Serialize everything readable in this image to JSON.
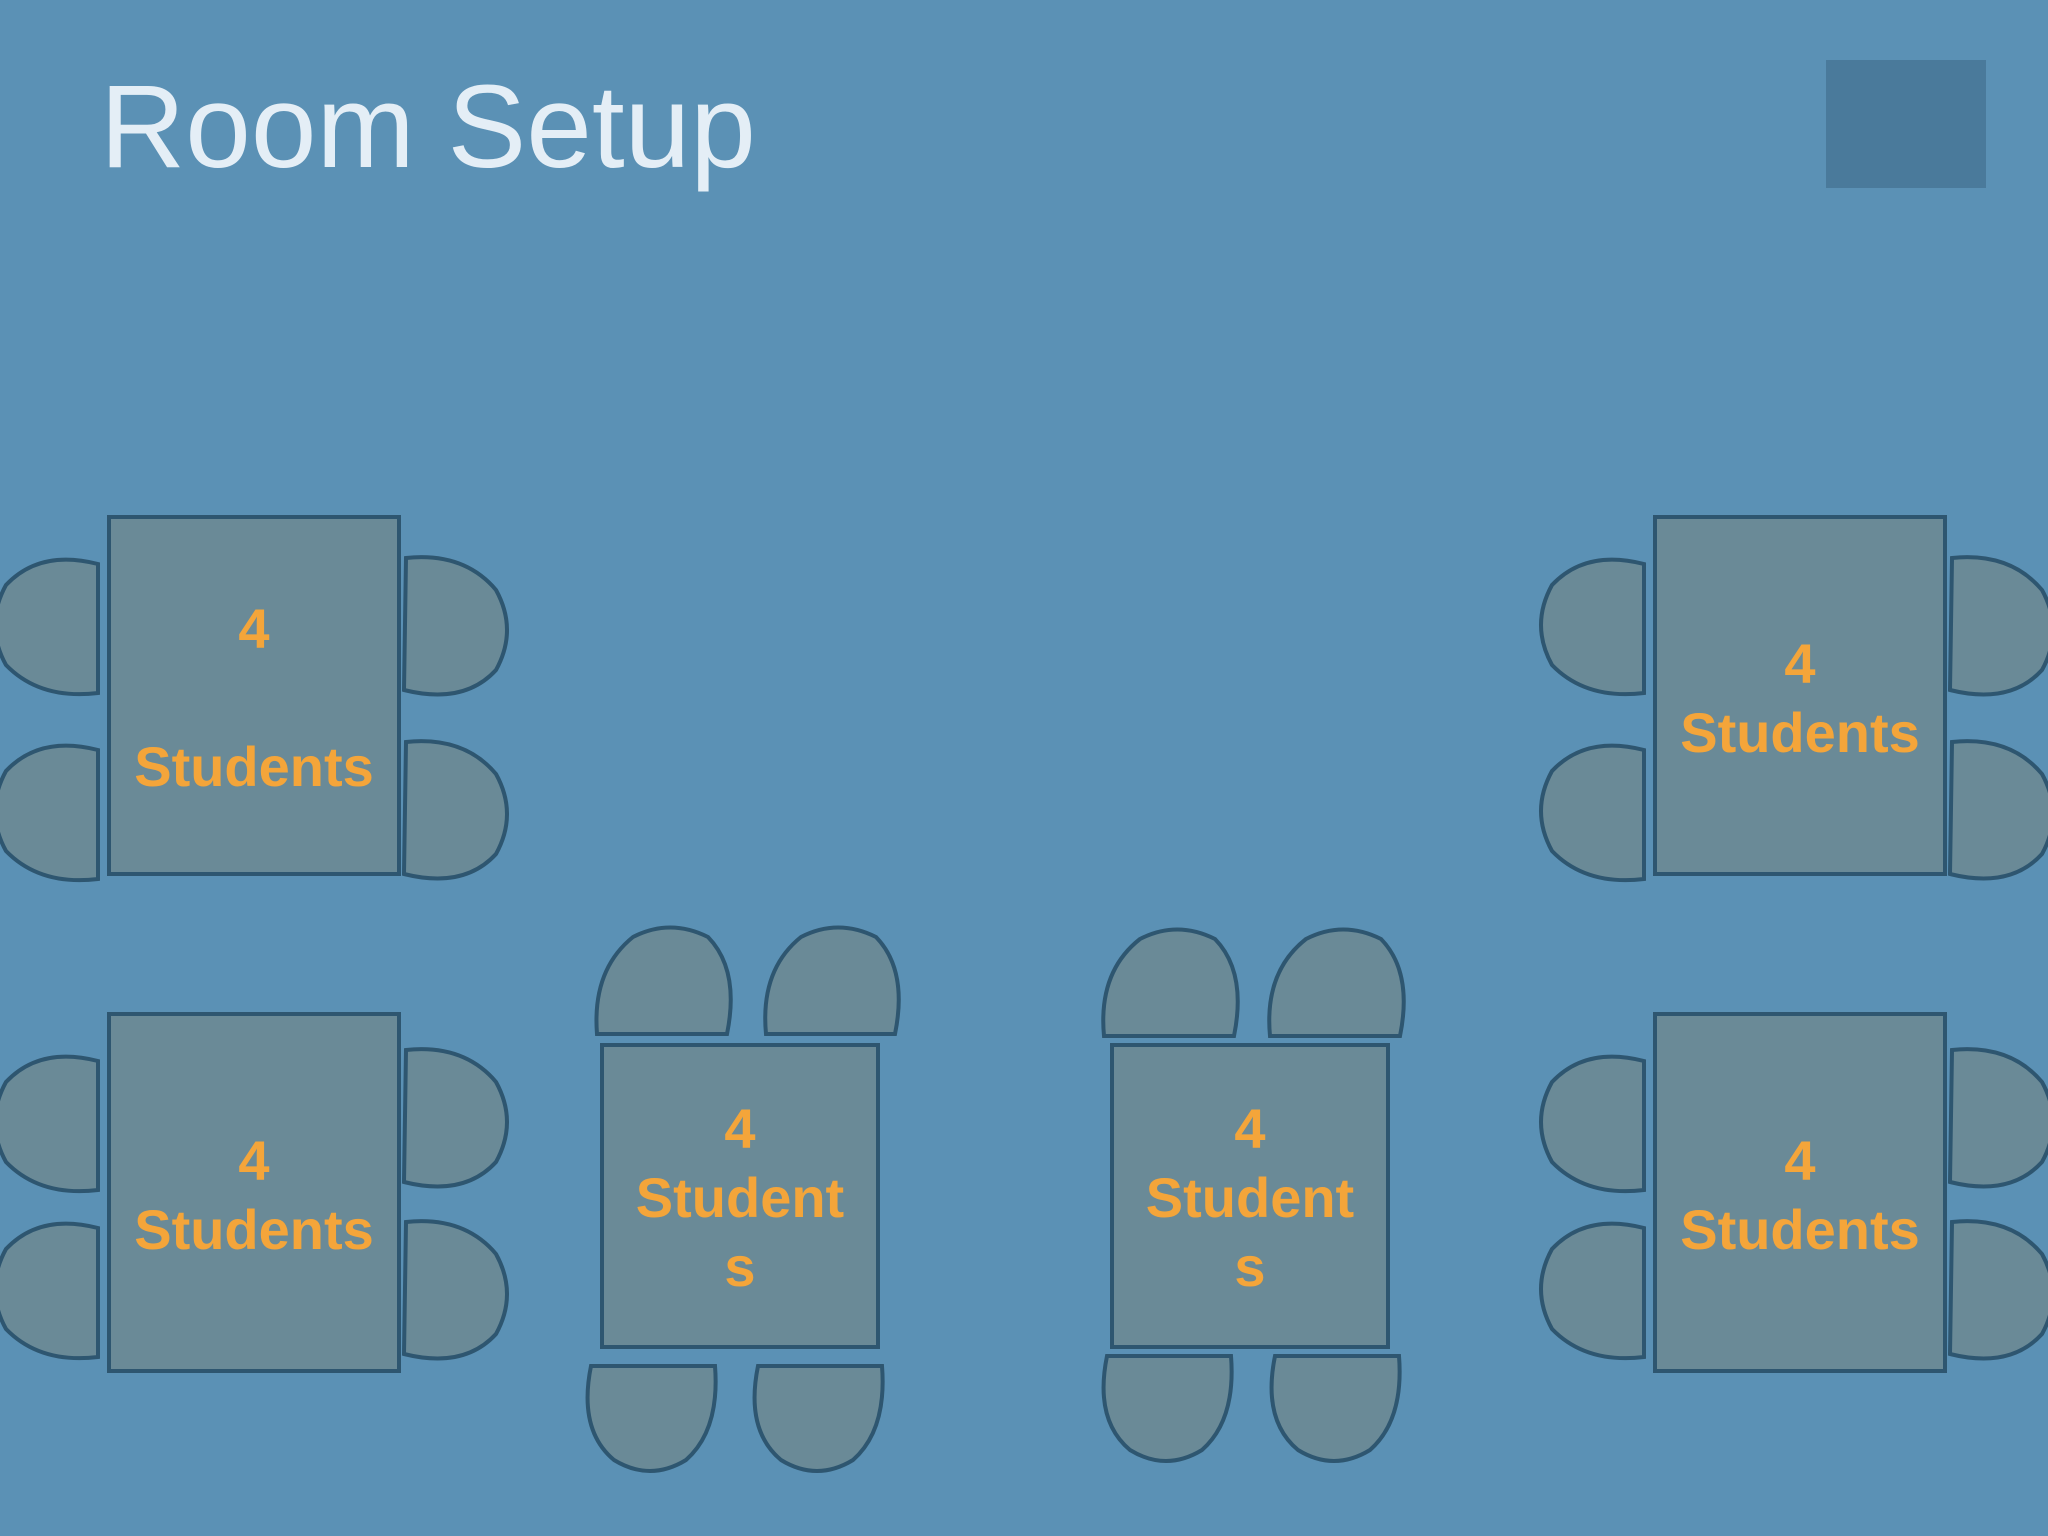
{
  "title": "Room Setup",
  "colors": {
    "background": "#5b91b5",
    "title": "#e4eef6",
    "corner_square": "#4a7a9b",
    "table_fill": "#6a8a97",
    "outline": "#2e5670",
    "label": "#f4a53a"
  },
  "tables": [
    {
      "id": "table-1",
      "lines": [
        "4",
        "",
        "Students"
      ],
      "seats": 4
    },
    {
      "id": "table-2",
      "lines": [
        "4",
        "Students"
      ],
      "seats": 4
    },
    {
      "id": "table-3",
      "lines": [
        "4",
        "Students"
      ],
      "seats": 4
    },
    {
      "id": "table-4",
      "lines": [
        "4",
        "Student",
        "s"
      ],
      "seats": 4
    },
    {
      "id": "table-5",
      "lines": [
        "4",
        "Student",
        "s"
      ],
      "seats": 4
    },
    {
      "id": "table-6",
      "lines": [
        "4",
        "Students"
      ],
      "seats": 4
    }
  ]
}
